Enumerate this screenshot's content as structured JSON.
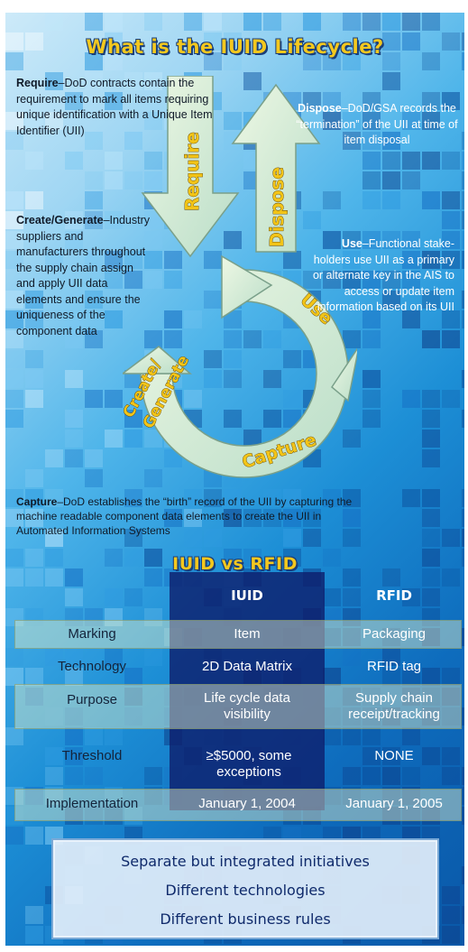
{
  "title": "What is the IUID Lifecycle?",
  "lifecycle": {
    "require": {
      "term": "Require",
      "text": "–DoD contracts contain the requirement to mark all items requiring unique identification with a Unique Item Identifier (UII)"
    },
    "create": {
      "term": "Create/Generate",
      "text": "–Industry suppliers and manufacturers throughout the supply chain assign and apply UII data elements and ensure the uniqueness of the component data"
    },
    "capture": {
      "term": "Capture",
      "text": "–DoD establishes the “birth” record of the UII by capturing the machine readable component data elements to create the UII in Automated Information Systems"
    },
    "dispose": {
      "term": "Dispose",
      "text": "–DoD/GSA records the “termination” of the UII at time of item disposal"
    },
    "use": {
      "term": "Use",
      "text": "–Functional stake-holders use UII as a primary or alternate key in the AIS to access or update item information based on its UII"
    },
    "arrow_labels": {
      "require": "Require",
      "dispose": "Dispose",
      "use": "Use",
      "capture": "Capture",
      "create_line1": "Create/",
      "create_line2": "Generate"
    }
  },
  "comparison": {
    "title": "IUID vs RFID",
    "col_iuid": "IUID",
    "col_rfid": "RFID",
    "rows": [
      {
        "label": "Marking",
        "iuid": "Item",
        "rfid": "Packaging"
      },
      {
        "label": "Technology",
        "iuid": "2D Data Matrix",
        "rfid": "RFID tag"
      },
      {
        "label": "Purpose",
        "iuid": "Life cycle data visibility",
        "rfid": "Supply chain receipt/tracking"
      },
      {
        "label": "Threshold",
        "iuid": "≥$5000, some exceptions",
        "rfid": "NONE"
      },
      {
        "label": "Implementation",
        "iuid": "January 1, 2004",
        "rfid": "January 1, 2005"
      }
    ]
  },
  "summary": [
    "Separate but integrated initiatives",
    "Different technologies",
    "Different business rules"
  ],
  "colors": {
    "title_gold": "#f4c81e",
    "dark_column": "#0e206e",
    "arrow_fill": "#d9efd0"
  }
}
